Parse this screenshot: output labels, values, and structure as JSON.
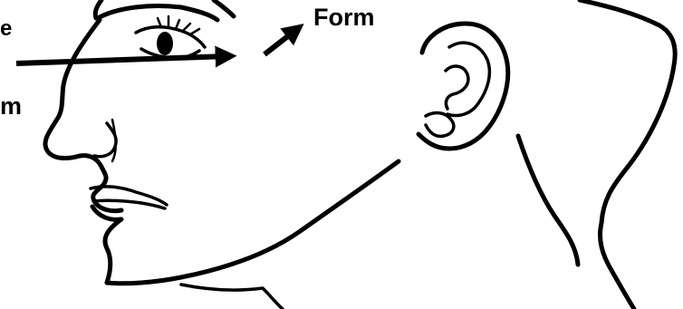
{
  "labels": {
    "form": "Form",
    "left_top_partial": "e",
    "left_bottom_partial": "m"
  },
  "colors": {
    "ink": "#000000",
    "background": "#ffffff"
  }
}
